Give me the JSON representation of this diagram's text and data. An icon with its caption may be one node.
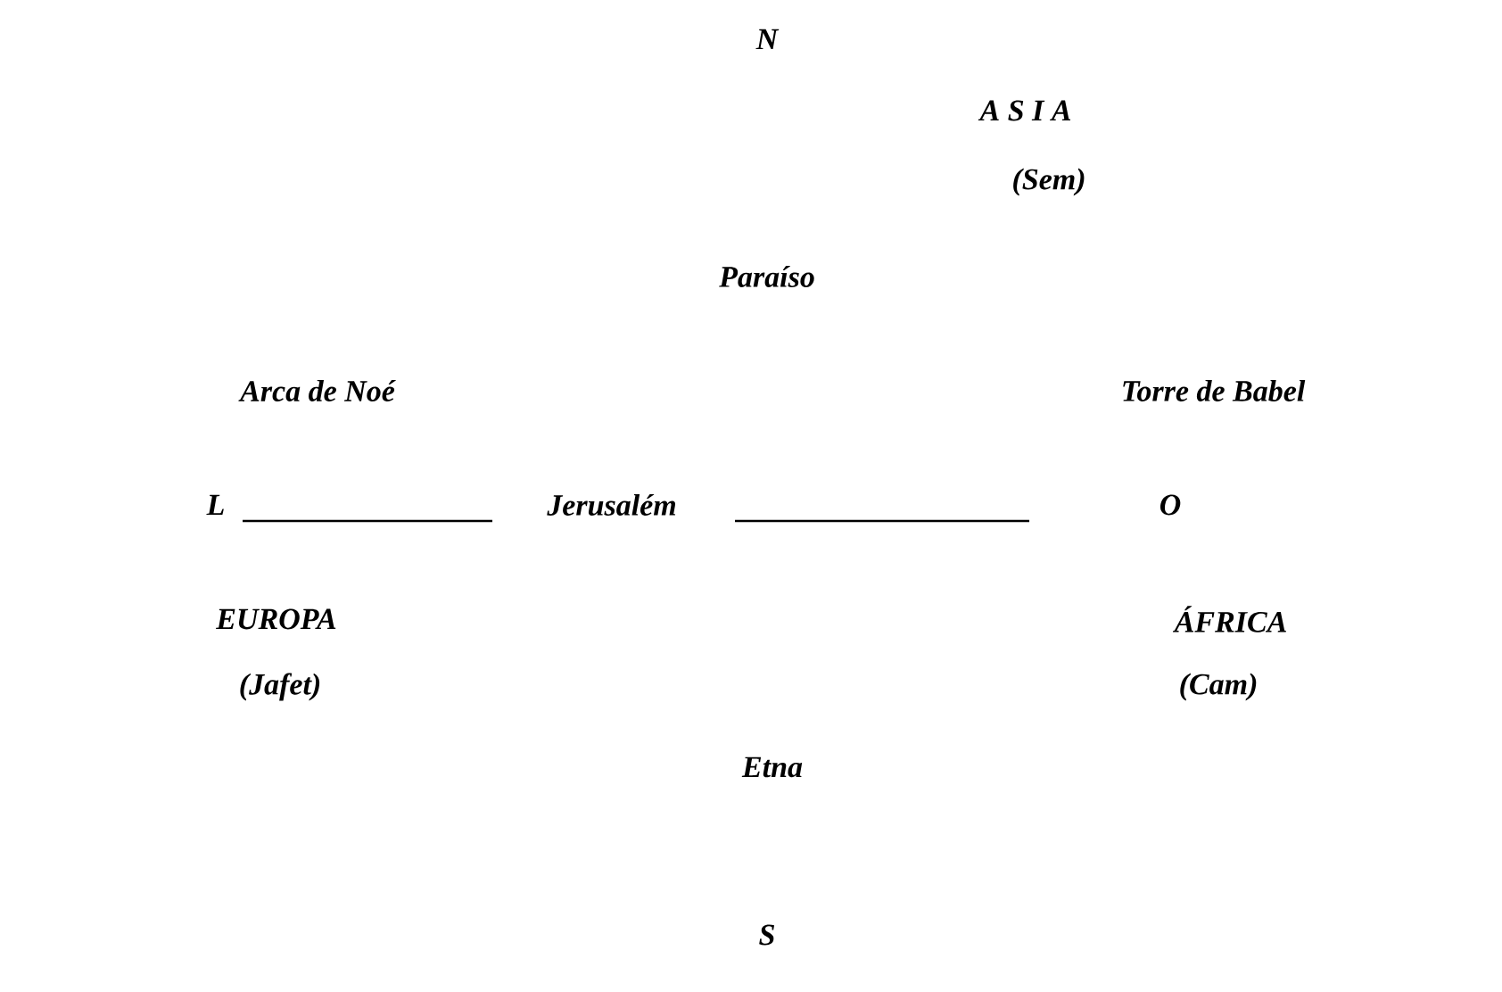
{
  "diagram": {
    "labels": [
      "N",
      "A S I A",
      "(Sem)",
      "Paraíso",
      "Arca de Noé",
      "Torre de Babel",
      "L",
      "Jerusalém",
      "O",
      "EUROPA",
      "ÁFRICA",
      "(Jafet)",
      "(Cam)",
      "Etna",
      "S"
    ]
  }
}
